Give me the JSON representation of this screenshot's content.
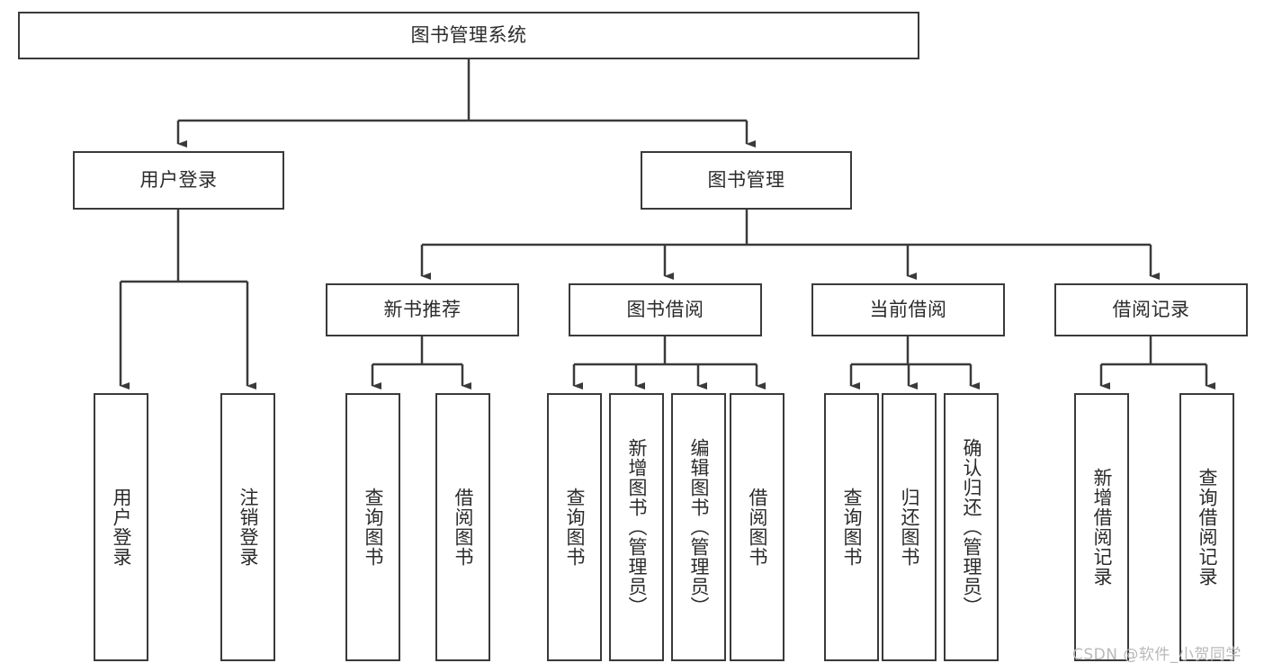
{
  "diagram": {
    "type": "tree-hierarchy",
    "title": "图书管理系统",
    "orientation": "top-down",
    "colors": {
      "box_border": "#3a3a3a",
      "box_fill": "#ffffff",
      "edge": "#3a3a3a",
      "text": "#2b2b2b",
      "watermark": "#b9b9b9",
      "background": "#ffffff"
    },
    "levels": {
      "root": {
        "label": "图书管理系统"
      },
      "level2": [
        {
          "id": "user-login",
          "label": "用户登录"
        },
        {
          "id": "book-manage",
          "label": "图书管理"
        }
      ],
      "level3": [
        {
          "id": "new-book-recommend",
          "label": "新书推荐",
          "parent": "book-manage"
        },
        {
          "id": "book-borrow",
          "label": "图书借阅",
          "parent": "book-manage"
        },
        {
          "id": "current-borrow",
          "label": "当前借阅",
          "parent": "book-manage"
        },
        {
          "id": "borrow-record",
          "label": "借阅记录",
          "parent": "book-manage"
        }
      ],
      "leaves": [
        {
          "id": "leaf-user-login",
          "label": "用户登录",
          "parent": "user-login"
        },
        {
          "id": "leaf-user-logout",
          "label": "注销登录",
          "parent": "user-login"
        },
        {
          "id": "leaf-query-book-1",
          "label": "查询图书",
          "parent": "new-book-recommend"
        },
        {
          "id": "leaf-borrow-book-1",
          "label": "借阅图书",
          "parent": "new-book-recommend"
        },
        {
          "id": "leaf-query-book-2",
          "label": "查询图书",
          "parent": "book-borrow"
        },
        {
          "id": "leaf-add-book",
          "label": "新增图书（管理员）",
          "parent": "book-borrow"
        },
        {
          "id": "leaf-edit-book",
          "label": "编辑图书（管理员）",
          "parent": "book-borrow"
        },
        {
          "id": "leaf-borrow-book-2",
          "label": "借阅图书",
          "parent": "book-borrow"
        },
        {
          "id": "leaf-query-book-3",
          "label": "查询图书",
          "parent": "current-borrow"
        },
        {
          "id": "leaf-return-book",
          "label": "归还图书",
          "parent": "current-borrow"
        },
        {
          "id": "leaf-confirm-return",
          "label": "确认归还（管理员）",
          "parent": "current-borrow"
        },
        {
          "id": "leaf-add-record",
          "label": "新增借阅记录",
          "parent": "borrow-record"
        },
        {
          "id": "leaf-query-record",
          "label": "查询借阅记录",
          "parent": "borrow-record"
        }
      ]
    }
  },
  "watermark": {
    "text": "CSDN @软件_小贺同学"
  }
}
